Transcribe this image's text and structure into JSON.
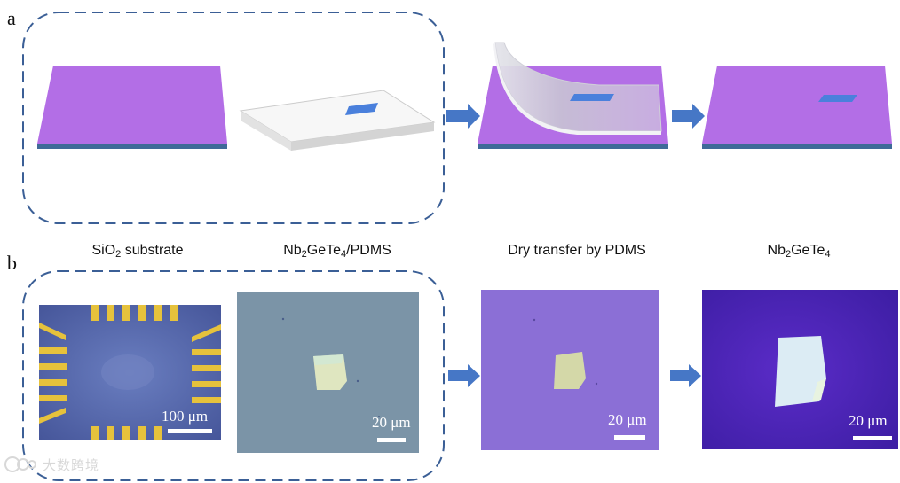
{
  "panels": {
    "a": "a",
    "b": "b"
  },
  "captions": {
    "sio2": {
      "pre": "SiO",
      "sub": "2",
      "post": " substrate"
    },
    "flake_pdms": {
      "pre": "Nb",
      "sub1": "2",
      "mid": "GeTe",
      "sub2": "4",
      "post": "/PDMS"
    },
    "dry_transfer": "Dry transfer by PDMS",
    "final": {
      "pre": "Nb",
      "sub1": "2",
      "mid": "GeTe",
      "sub2": "4"
    }
  },
  "micrographs": {
    "device": {
      "scale_label": "100 μm"
    },
    "pdms": {
      "scale_label": "20 μm"
    },
    "transfer": {
      "scale_label": "20 μm"
    },
    "final": {
      "scale_label": "20 μm"
    }
  },
  "watermark": "大数跨境",
  "colors": {
    "substrate_top": "#b36ee6",
    "substrate_edge": "#3f6a98",
    "flake": "#4a80dc",
    "arrow": "#4677c6",
    "dash_box": "#3b5f96"
  }
}
